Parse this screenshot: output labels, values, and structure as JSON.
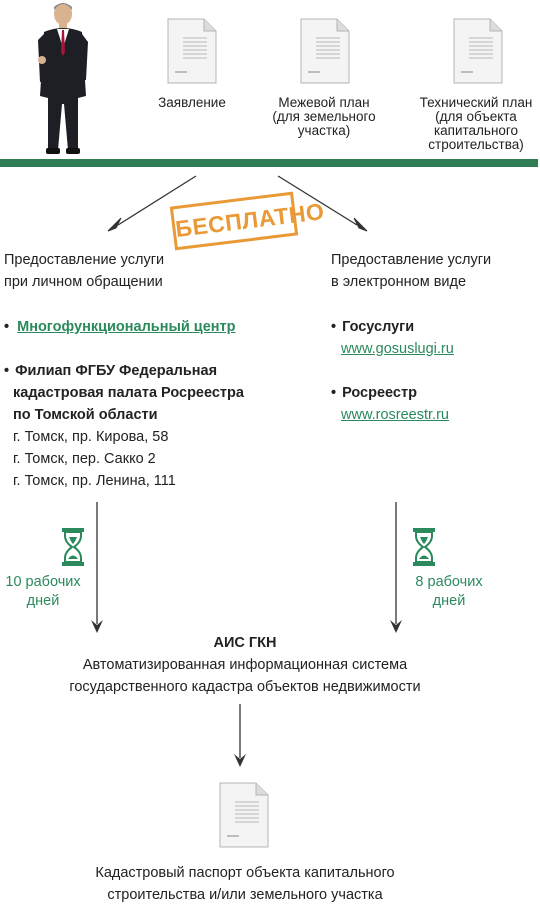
{
  "documents": [
    {
      "label": "Заявление"
    },
    {
      "label": "Межевой план (для земельного участка)"
    },
    {
      "label": "Технический план (для объекта капитального строительства)"
    }
  ],
  "stamp": "БЕСПЛАТНО",
  "left": {
    "heading_line1": "Предоставление услуги",
    "heading_line2": "при личном обращении",
    "bullet1": "Многофункциональный центр",
    "bullet2_line1": "Филиап ФГБУ Федеральная",
    "bullet2_line2": "кадастровая палата Росреестра",
    "bullet2_line3": "по Томской области",
    "addresses": [
      "г. Томск, пр. Кирова, 58",
      "г. Томск, пер. Сакко 2",
      "г. Томск, пр. Ленина, 111"
    ],
    "days_line1": "10 рабочих",
    "days_line2": "дней"
  },
  "right": {
    "heading_line1": "Предоставление услуги",
    "heading_line2": "в электронном виде",
    "gos_title": "Госуслуги",
    "gos_link": "www.gosuslugi.ru",
    "ros_title": "Росреестр",
    "ros_link": "www.rosreestr.ru",
    "days_line1": "8 рабочих",
    "days_line2": "дней"
  },
  "ais": {
    "title": "АИС ГКН",
    "line1": "Автоматизированная информационная система",
    "line2": "государственного кадастра объектов недвижимости"
  },
  "result": {
    "line1": "Кадастровый паспорт объекта капитального",
    "line2": "строительства и/или земельного участка"
  },
  "colors": {
    "accent": "#2a8a5c",
    "stamp": "#e99a36",
    "bar": "#2e7d55"
  }
}
